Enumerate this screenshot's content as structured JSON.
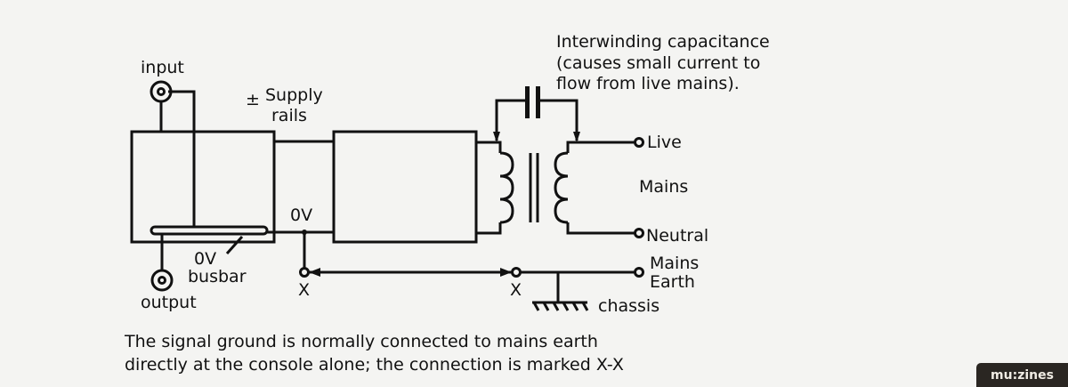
{
  "labels": {
    "input": "input",
    "output": "output",
    "supply_sign": "±",
    "supply": "Supply",
    "rails": "rails",
    "zero_v": "0V",
    "busbar_0v": "0V",
    "busbar": "busbar",
    "x_left": "X",
    "x_right": "X",
    "capacitance_line1": "Interwinding capacitance",
    "capacitance_line2": "(causes small current to",
    "capacitance_line3": "flow from live mains).",
    "live": "Live",
    "mains": "Mains",
    "neutral": "Neutral",
    "mains_earth_1": "Mains",
    "mains_earth_2": "Earth",
    "chassis": "chassis"
  },
  "caption": {
    "line1": "The signal ground is normally connected to mains earth",
    "line2": "directly at the console alone; the connection is marked X-X"
  },
  "watermark": "mu:zines"
}
